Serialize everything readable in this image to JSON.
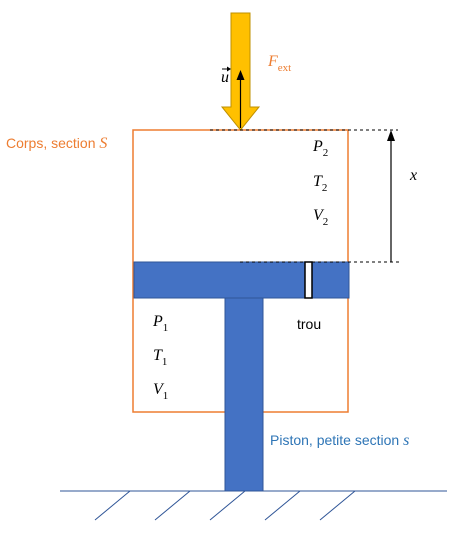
{
  "colors": {
    "body_outline": "#ed7d31",
    "piston_fill": "#4472c4",
    "piston_stroke": "#2f5597",
    "arrow_fill": "#ffc000",
    "arrow_stroke": "#bf9000",
    "ground_line": "#2f5597",
    "label_orange": "#ed7d31",
    "label_blue": "#2e75b6",
    "text_dark": "#000000"
  },
  "labels": {
    "body_text": "Corps, section ",
    "body_symbol": "S",
    "piston_text": "Piston, petite section ",
    "piston_symbol": "s",
    "hole": "trou",
    "force_symbol": "F",
    "force_sub": "ext",
    "unit_vector": "u",
    "displacement": "x"
  },
  "upper_chamber": [
    {
      "symbol": "P",
      "sub": "2"
    },
    {
      "symbol": "T",
      "sub": "2"
    },
    {
      "symbol": "V",
      "sub": "2"
    }
  ],
  "lower_chamber": [
    {
      "symbol": "P",
      "sub": "1"
    },
    {
      "symbol": "T",
      "sub": "1"
    },
    {
      "symbol": "V",
      "sub": "1"
    }
  ]
}
